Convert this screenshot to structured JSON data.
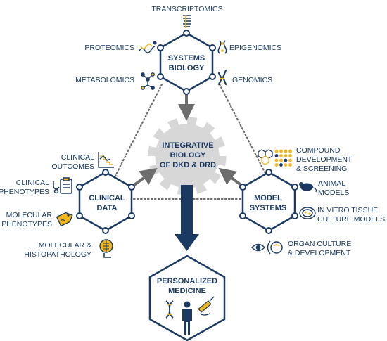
{
  "center": {
    "line1": "INTEGRATIVE",
    "line2": "BIOLOGY",
    "line3": "OF DKD & DRD"
  },
  "systems_biology": {
    "line1": "SYSTEMS",
    "line2": "BIOLOGY",
    "omics": {
      "transcriptomics": "TRANSCRIPTOMICS",
      "proteomics": "PROTEOMICS",
      "epigenomics": "EPIGENOMICS",
      "metabolomics": "METABOLOMICS",
      "genomics": "GENOMICS"
    }
  },
  "clinical_data": {
    "line1": "CLINICAL",
    "line2": "DATA",
    "items": {
      "outcomes": [
        "CLINICAL",
        "OUTCOMES"
      ],
      "phenotypes": [
        "CLINICAL",
        "PHENOTYPES"
      ],
      "molecular_phenotypes": [
        "MOLECULAR",
        "PHENOTYPES"
      ],
      "histopathology": [
        "MOLECULAR &",
        "HISTOPATHOLOGY"
      ]
    }
  },
  "model_systems": {
    "line1": "MODEL",
    "line2": "SYSTEMS",
    "items": {
      "compound": [
        "COMPOUND",
        "DEVELOPMENT",
        "& SCREENING"
      ],
      "animal": [
        "ANIMAL",
        "MODELS"
      ],
      "in_vitro": [
        "IN VITRO TISSUE",
        "CULTURE MODELS"
      ],
      "organ": [
        "ORGAN CULTURE",
        "& DEVELOPMENT"
      ]
    }
  },
  "personalized_medicine": {
    "line1": "PERSONALIZED",
    "line2": "MEDICINE"
  },
  "colors": {
    "navy": "#1b3a63",
    "gold": "#f2b71c",
    "gray": "#6d6d6d",
    "gear": "#d7d7d7"
  },
  "icons": [
    "dna-icon",
    "chart-icon",
    "clipboard-stethoscope-icon",
    "tag-icon",
    "microscope-icon",
    "hexagon-network-icon",
    "dot-grid-icon",
    "mouse-icon",
    "petri-dish-icon",
    "eye-organ-icon",
    "person-icon",
    "syringe-icon",
    "molecule-icon"
  ]
}
